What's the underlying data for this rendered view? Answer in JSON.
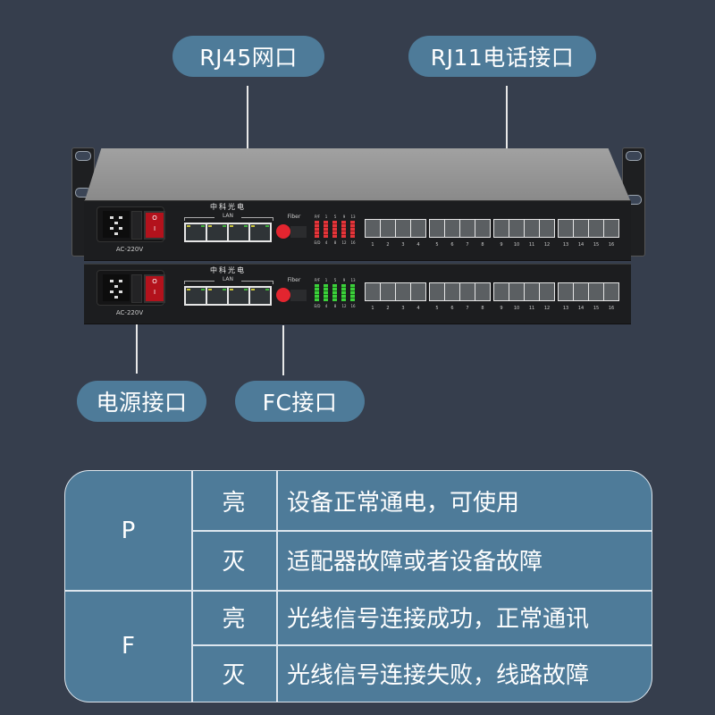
{
  "callouts": {
    "rj45": "RJ45网口",
    "rj11": "RJ11电话接口",
    "power": "电源接口",
    "fc": "FC接口"
  },
  "device": {
    "brand": "中科光电",
    "power_label": "AC-220V",
    "switch_on": "O",
    "switch_off": "I",
    "lan_label": "LAN",
    "fiber_label": "Fiber",
    "led_top_labels": [
      "P/F",
      "1",
      "5",
      "9",
      "13"
    ],
    "led_bottom_labels": [
      "E/D",
      "4",
      "8",
      "12",
      "16"
    ],
    "port_numbers": [
      "1",
      "2",
      "3",
      "4",
      "5",
      "6",
      "7",
      "8",
      "9",
      "10",
      "11",
      "12",
      "13",
      "14",
      "15",
      "16"
    ],
    "units": [
      {
        "led_color": "red"
      },
      {
        "led_color": "green"
      }
    ]
  },
  "legend_table": {
    "rows": [
      {
        "indicator": "P",
        "states": [
          {
            "state": "亮",
            "meaning": "设备正常通电，可使用"
          },
          {
            "state": "灭",
            "meaning": "适配器故障或者设备故障"
          }
        ]
      },
      {
        "indicator": "F",
        "states": [
          {
            "state": "亮",
            "meaning": "光线信号连接成功，正常通讯"
          },
          {
            "state": "灭",
            "meaning": "光线信号连接失败，线路故障"
          }
        ]
      }
    ]
  },
  "colors": {
    "background": "#363e4d",
    "accent": "#4e7b99",
    "led_red": "#e4353a",
    "led_green": "#3bd13a",
    "fc_connector": "#e3252f"
  }
}
